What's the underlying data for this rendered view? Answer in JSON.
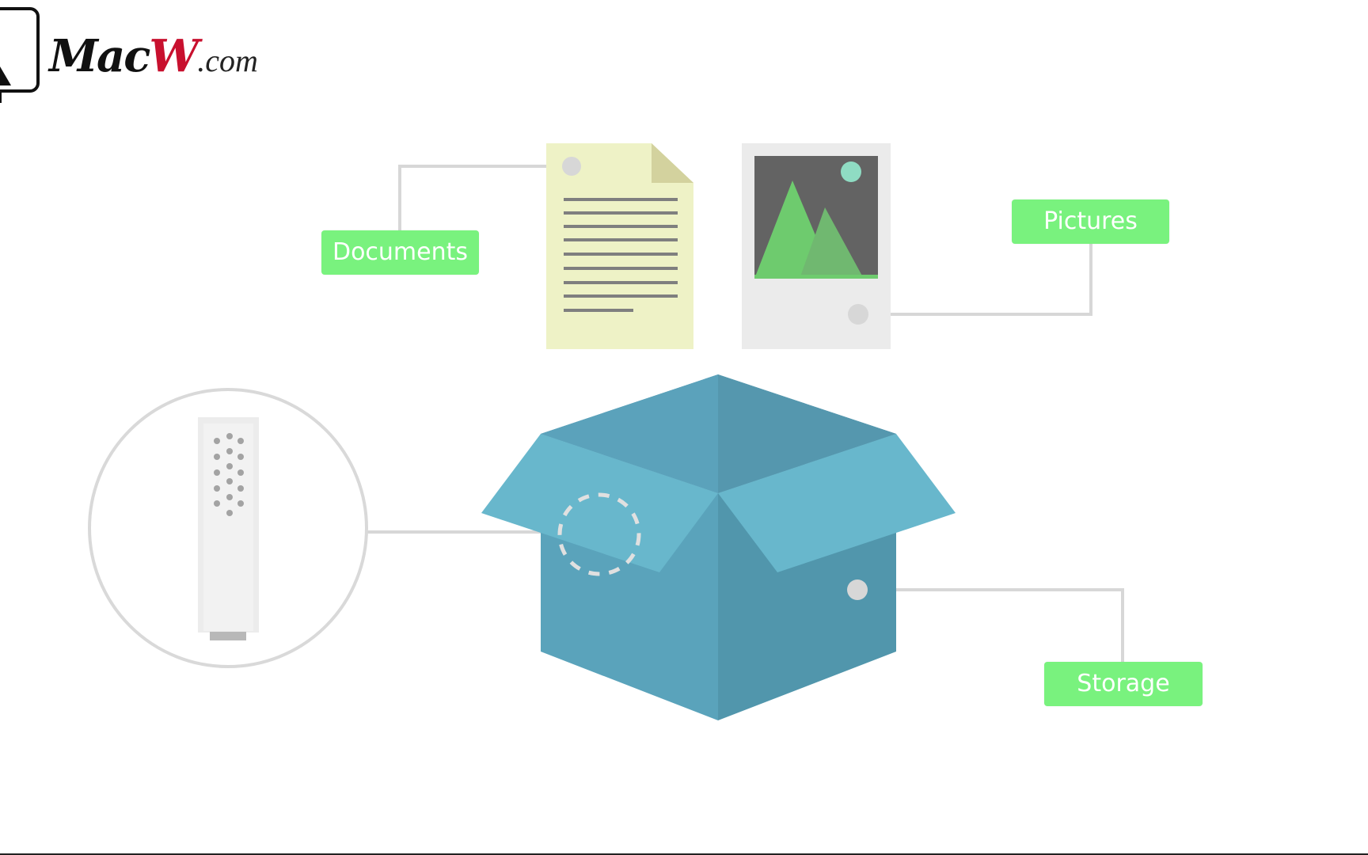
{
  "logo": {
    "brand_prefix": "Mac",
    "brand_w": "W",
    "tld": ".com"
  },
  "labels": {
    "documents": "Documents",
    "pictures": "Pictures",
    "storage": "Storage"
  },
  "colors": {
    "label_green": "#79f27e",
    "box_blue": "#5aa3bb",
    "box_flap": "#68b7cc",
    "connector_gray": "#d7d7d7",
    "document_paper": "#eef2c6",
    "picture_frame": "#ebebeb"
  },
  "icons": [
    "logo-monitor-icon",
    "document-icon",
    "picture-icon",
    "usb-drive-icon",
    "storage-box-icon"
  ]
}
